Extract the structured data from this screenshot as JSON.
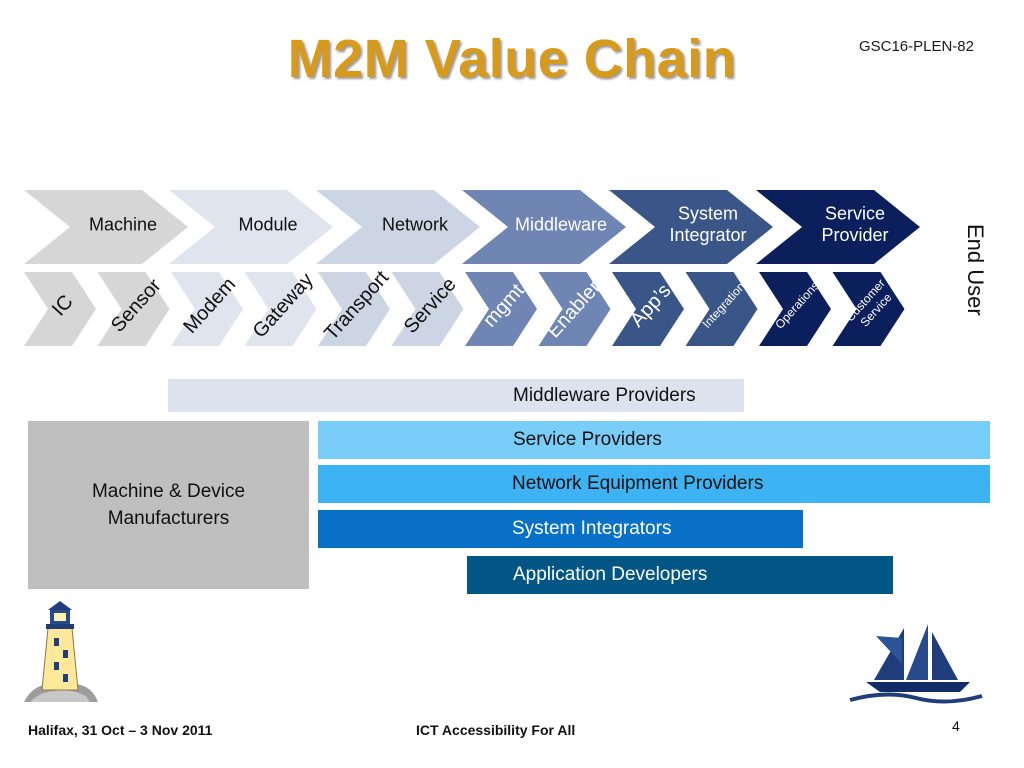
{
  "slide": {
    "title": "M2M Value Chain",
    "doc_id": "GSC16-PLEN-82",
    "end_user": "End User"
  },
  "chain_top": [
    {
      "lines": [
        "Machine"
      ],
      "fill": "#d6d6d6",
      "text_color": "#111111"
    },
    {
      "lines": [
        "Module"
      ],
      "fill": "#dfe4ee",
      "text_color": "#111111"
    },
    {
      "lines": [
        "Network"
      ],
      "fill": "#ccd5e4",
      "text_color": "#111111"
    },
    {
      "lines": [
        "Middleware"
      ],
      "fill": "#6f85b4",
      "text_color": "#ffffff"
    },
    {
      "lines": [
        "System",
        "Integrator"
      ],
      "fill": "#3a5587",
      "text_color": "#ffffff"
    },
    {
      "lines": [
        "Service",
        "Provider"
      ],
      "fill": "#0b1f5c",
      "text_color": "#ffffff"
    }
  ],
  "chain_bottom": [
    {
      "lines": [
        "IC"
      ],
      "fill": "#d6d6d6",
      "text_color": "#111111",
      "size": "large"
    },
    {
      "lines": [
        "Sensor"
      ],
      "fill": "#d6d6d6",
      "text_color": "#111111",
      "size": "large"
    },
    {
      "lines": [
        "Modem"
      ],
      "fill": "#dfe4ee",
      "text_color": "#111111",
      "size": "large"
    },
    {
      "lines": [
        "Gateway"
      ],
      "fill": "#dfe4ee",
      "text_color": "#111111",
      "size": "large"
    },
    {
      "lines": [
        "Transport"
      ],
      "fill": "#ccd5e4",
      "text_color": "#111111",
      "size": "large"
    },
    {
      "lines": [
        "Service"
      ],
      "fill": "#ccd5e4",
      "text_color": "#111111",
      "size": "large"
    },
    {
      "lines": [
        "mgmt"
      ],
      "fill": "#6f85b4",
      "text_color": "#ffffff",
      "size": "large"
    },
    {
      "lines": [
        "Enablers"
      ],
      "fill": "#6f85b4",
      "text_color": "#ffffff",
      "size": "large"
    },
    {
      "lines": [
        "App’s"
      ],
      "fill": "#3a5587",
      "text_color": "#ffffff",
      "size": "large"
    },
    {
      "lines": [
        "Integration"
      ],
      "fill": "#3a5587",
      "text_color": "#ffffff",
      "size": "small"
    },
    {
      "lines": [
        "Operations"
      ],
      "fill": "#0b1f5c",
      "text_color": "#ffffff",
      "size": "small"
    },
    {
      "lines": [
        "Customer",
        "Service"
      ],
      "fill": "#0b1f5c",
      "text_color": "#ffffff",
      "size": "small"
    }
  ],
  "provider_bars": {
    "middleware": {
      "label": "Middleware Providers",
      "fill": "#dde3ee",
      "text_color": "#111111"
    },
    "service": {
      "label": "Service Providers",
      "fill": "#79cdf9",
      "text_color": "#111111"
    },
    "network_equipment": {
      "label": "Network Equipment Providers",
      "fill": "#3db3f4",
      "text_color": "#111111"
    },
    "system_integrators": {
      "label": "System Integrators",
      "fill": "#0870c6",
      "text_color": "#ffffff"
    },
    "application_developers": {
      "label": "Application Developers",
      "fill": "#025685",
      "text_color": "#ffffff"
    }
  },
  "manufacturers_box": {
    "label": "Machine & Device Manufacturers",
    "fill": "#bfbfbf"
  },
  "footer": {
    "location_date": "Halifax, 31 Oct – 3 Nov 2011",
    "event": "ICT Accessibility For All",
    "page_number": "4"
  }
}
